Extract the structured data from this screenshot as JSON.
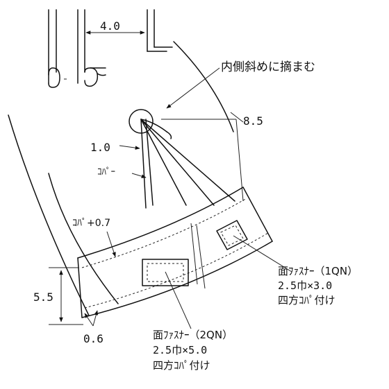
{
  "labels": {
    "top_width": "4.0",
    "pinch_note": "内側斜めに摘まむ",
    "dim_85": "8.5",
    "dim_10": "1.0",
    "cover_label": "ｺﾊﾟｰ",
    "cover_offset": "ｺﾊﾟ+0.7",
    "dim_55": "5.5",
    "dim_06": "0.6"
  },
  "fastener_1qn": {
    "line1": "面ﾌｧｽﾅｰ（1QN）",
    "line2": "2.5巾×3.0",
    "line3": "四方ｺﾊﾟ付け"
  },
  "fastener_2qn": {
    "line1": "面ﾌｧｽﾅｰ（2QN）",
    "line2": "2.5巾×5.0",
    "line3": "四方ｺﾊﾟ付け"
  }
}
